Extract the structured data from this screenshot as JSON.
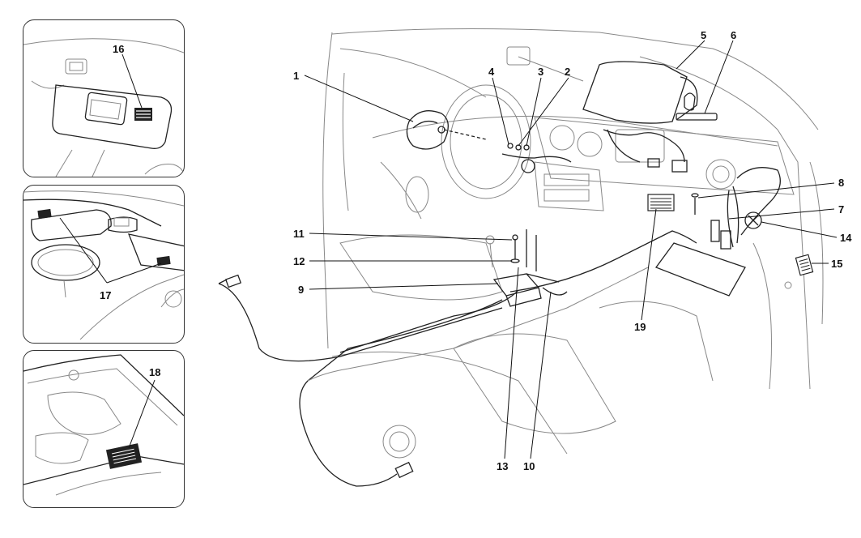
{
  "callouts": {
    "c1": "1",
    "c2": "2",
    "c3": "3",
    "c4": "4",
    "c5": "5",
    "c6": "6",
    "c7": "7",
    "c8": "8",
    "c9": "9",
    "c10": "10",
    "c11": "11",
    "c12": "12",
    "c13": "13",
    "c14": "14",
    "c15": "15",
    "c16": "16",
    "c17": "17",
    "c18": "18",
    "c19": "19"
  },
  "colors": {
    "line": "#222222",
    "light_line": "#888888",
    "background": "#ffffff"
  }
}
